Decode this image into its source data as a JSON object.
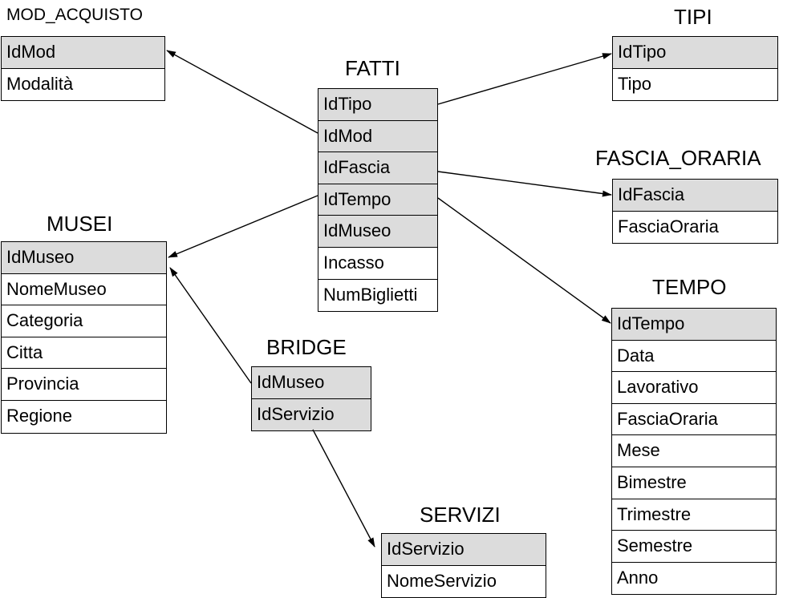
{
  "entities": {
    "mod_acquisto": {
      "title": "MOD_ACQUISTO",
      "keys": [
        "IdMod"
      ],
      "attrs": [
        "Modalità"
      ]
    },
    "fatti": {
      "title": "FATTI",
      "keys": [
        "IdTipo",
        "IdMod",
        "IdFascia",
        "IdTempo",
        "IdMuseo"
      ],
      "attrs": [
        "Incasso",
        "NumBiglietti"
      ]
    },
    "tipi": {
      "title": "TIPI",
      "keys": [
        "IdTipo"
      ],
      "attrs": [
        "Tipo"
      ]
    },
    "fascia_oraria": {
      "title": "FASCIA_ORARIA",
      "keys": [
        "IdFascia"
      ],
      "attrs": [
        "FasciaOraria"
      ]
    },
    "musei": {
      "title": "MUSEI",
      "keys": [
        "IdMuseo"
      ],
      "attrs": [
        "NomeMuseo",
        "Categoria",
        "Citta",
        "Provincia",
        "Regione"
      ]
    },
    "bridge": {
      "title": "BRIDGE",
      "keys": [
        "IdMuseo",
        "IdServizio"
      ],
      "attrs": []
    },
    "tempo": {
      "title": "TEMPO",
      "keys": [
        "IdTempo"
      ],
      "attrs": [
        "Data",
        "Lavorativo",
        "FasciaOraria",
        "Mese",
        "Bimestre",
        "Trimestre",
        "Semestre",
        "Anno"
      ]
    },
    "servizi": {
      "title": "SERVIZI",
      "keys": [
        "IdServizio"
      ],
      "attrs": [
        "NomeServizio"
      ]
    }
  },
  "links": [
    {
      "from": "fatti.IdTipo",
      "to": "tipi.IdTipo"
    },
    {
      "from": "fatti.IdMod",
      "to": "mod_acquisto.IdMod"
    },
    {
      "from": "fatti.IdFascia",
      "to": "fascia_oraria.IdFascia"
    },
    {
      "from": "fatti.IdTempo",
      "to": "musei.IdMuseo"
    },
    {
      "from": "fatti.IdTempo",
      "to": "tempo.IdTempo"
    },
    {
      "from": "bridge.IdMuseo",
      "to": "musei.IdMuseo"
    },
    {
      "from": "bridge.IdServizio",
      "to": "servizi.IdServizio"
    }
  ]
}
